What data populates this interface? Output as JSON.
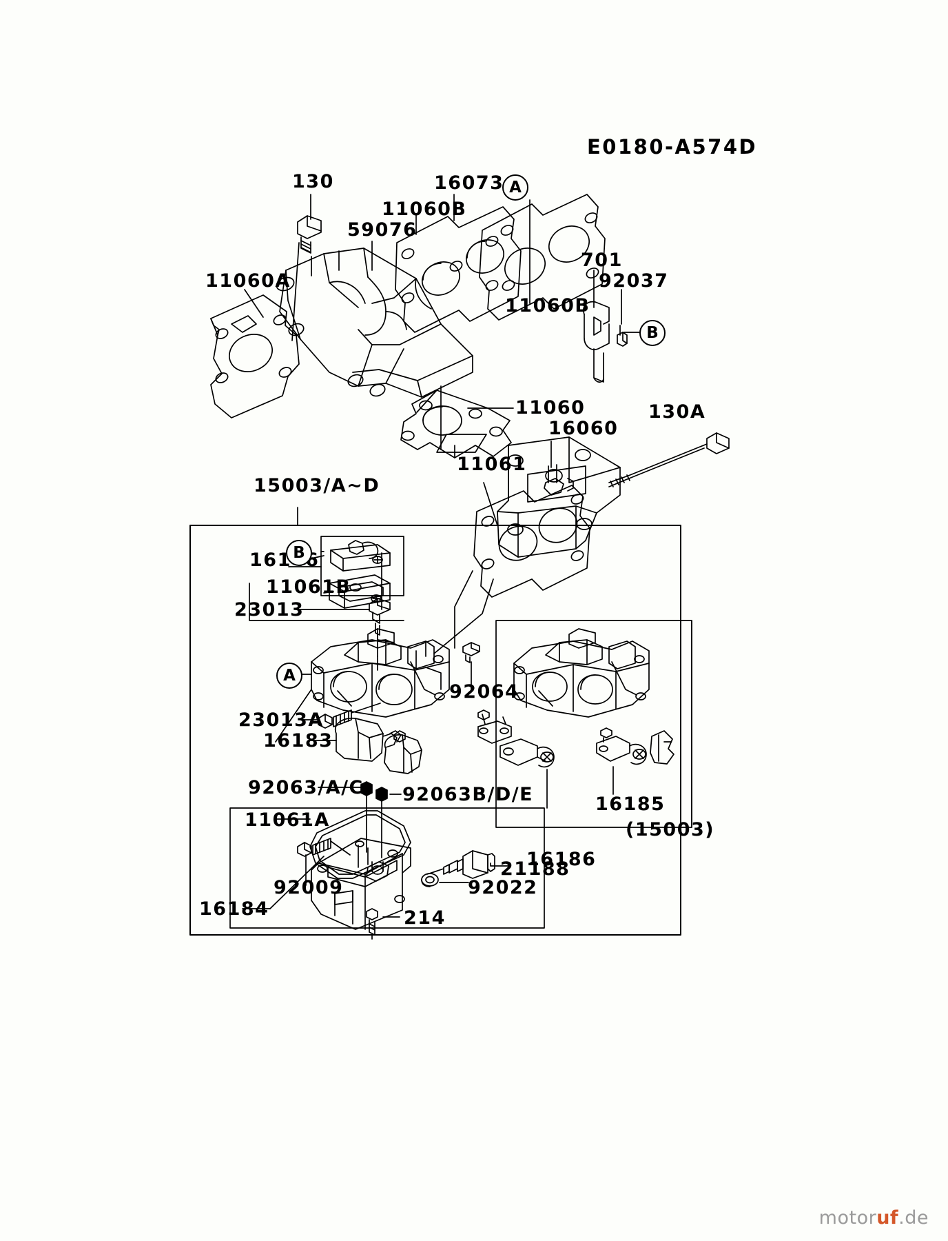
{
  "title": "E0180-A574D",
  "watermark": {
    "pre": "motor",
    "mid": "uf",
    "post": ".de"
  },
  "callouts": {
    "c130": {
      "text": "130"
    },
    "c59076": {
      "text": "59076"
    },
    "c11060A": {
      "text": "11060A"
    },
    "c11060B_1": {
      "text": "11060B"
    },
    "c16073": {
      "text": "16073"
    },
    "c11060B_2": {
      "text": "11060B"
    },
    "c701": {
      "text": "701"
    },
    "c92037": {
      "text": "92037"
    },
    "c11060": {
      "text": "11060"
    },
    "c16060": {
      "text": "16060"
    },
    "c130A": {
      "text": "130A"
    },
    "c11061": {
      "text": "11061"
    },
    "c15003AD": {
      "text": "15003/A~D"
    },
    "c16146": {
      "text": "16146"
    },
    "c11061B": {
      "text": "11061B"
    },
    "c23013": {
      "text": "23013"
    },
    "c92064": {
      "text": "92064"
    },
    "c23013A": {
      "text": "23013A"
    },
    "c16183": {
      "text": "16183"
    },
    "c92063AC": {
      "text": "92063/A/C"
    },
    "c92063BDE": {
      "text": "92063B/D/E"
    },
    "c11061A": {
      "text": "11061A"
    },
    "c16185": {
      "text": "16185"
    },
    "c15003": {
      "text": "(15003)"
    },
    "c16186": {
      "text": "16186"
    },
    "c21188": {
      "text": "21188"
    },
    "c92022": {
      "text": "92022"
    },
    "c92009": {
      "text": "92009"
    },
    "c16184": {
      "text": "16184"
    },
    "c214": {
      "text": "214"
    }
  },
  "badges": {
    "a_top": {
      "text": "A"
    },
    "b_right": {
      "text": "B"
    },
    "b_box": {
      "text": "B"
    },
    "a_box": {
      "text": "A"
    }
  },
  "colors": {
    "ink": "#000000",
    "paper": "#fdfefb",
    "watermark_accent": "#d4582a"
  }
}
